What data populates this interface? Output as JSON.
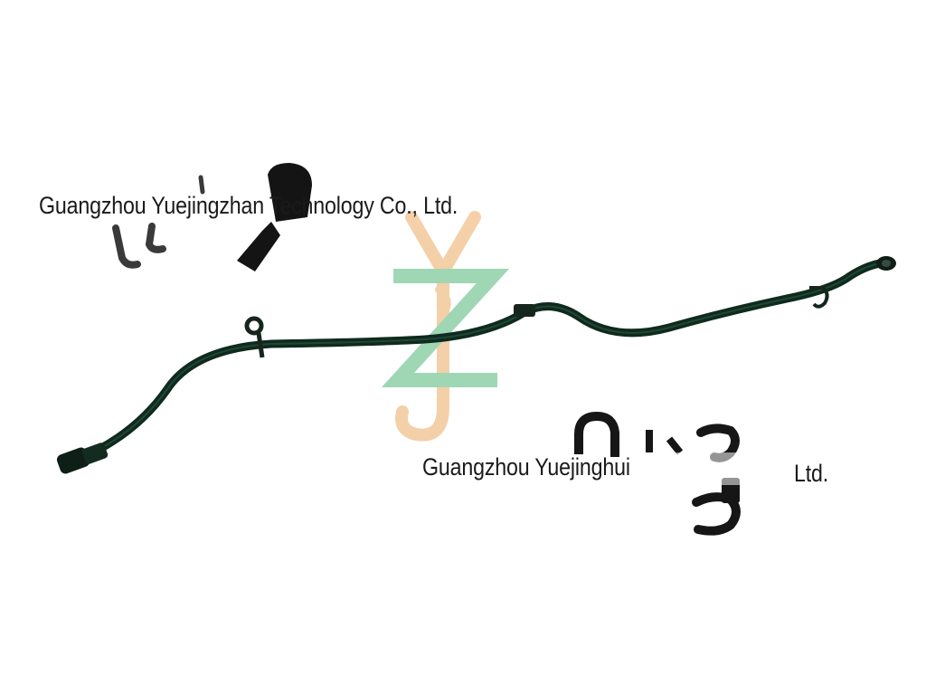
{
  "watermark": {
    "caption_top": "Guangzhou Yuejingzhan Technology Co., Ltd.",
    "caption_bottom_left": "Guangzhou Yuejinghui",
    "caption_bottom_right": "Ltd.",
    "logo_letters": "YZJ",
    "colors": {
      "logo_green": "#8fd1a8",
      "logo_orange": "#f3c89a",
      "text": "#1a1a1a"
    }
  },
  "product": {
    "hose_color": "#0f2a1e",
    "clip_color": "#1b1b1b",
    "part_icons": [
      "hose-icon",
      "clip-icon",
      "elbow-connector-icon",
      "end-cap-icon"
    ]
  }
}
